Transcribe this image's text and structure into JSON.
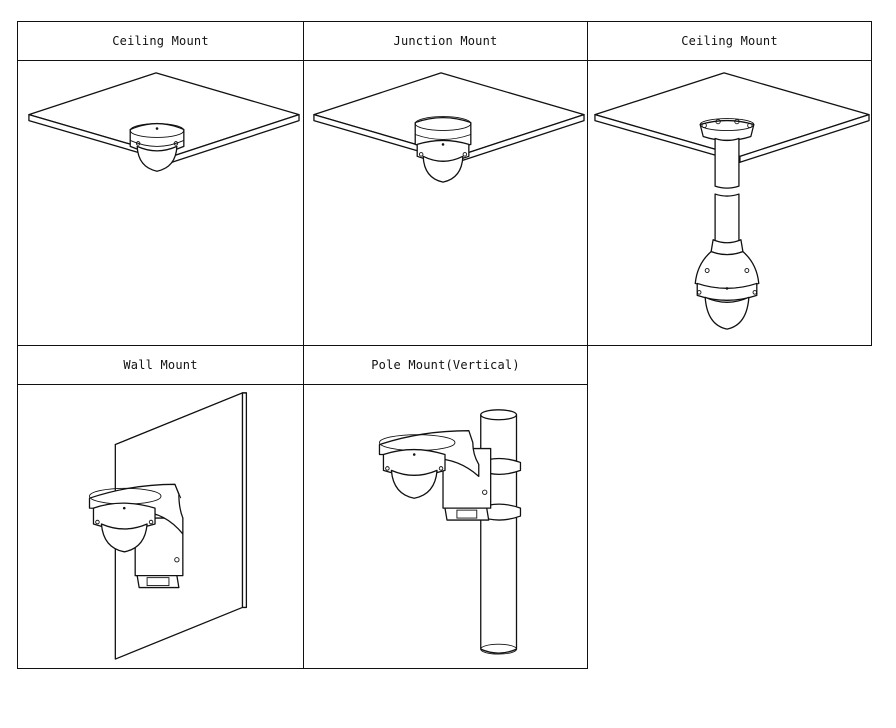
{
  "cells": [
    {
      "label": "Ceiling Mount"
    },
    {
      "label": "Junction Mount"
    },
    {
      "label": "Ceiling Mount"
    },
    {
      "label": "Wall Mount"
    },
    {
      "label": "Pole Mount(Vertical)"
    }
  ]
}
